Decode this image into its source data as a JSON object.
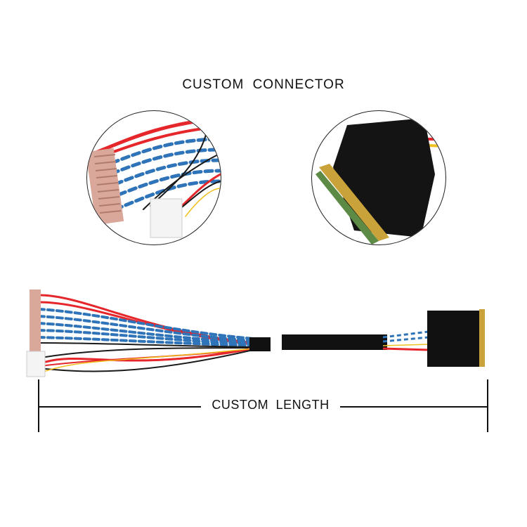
{
  "header": {
    "title": "CUSTOM CONNECTOR"
  },
  "dimension": {
    "label": "CUSTOM LENGTH"
  },
  "images": {
    "left_detail": "pink-connector-with-twisted-blue-white-pairs-and-white-power-plug",
    "right_detail": "black-wrapped-gold-edge-connector",
    "cable_overview": "lvds-cable-assembly-full-length"
  },
  "colors": {
    "text": "#111111",
    "wire_red": "#e5262b",
    "wire_blue": "#2f74b8",
    "wire_black": "#1a1a1a",
    "connector_pink": "#d9a89a",
    "connector_gold": "#c9a23a",
    "tape_black": "#111111"
  }
}
